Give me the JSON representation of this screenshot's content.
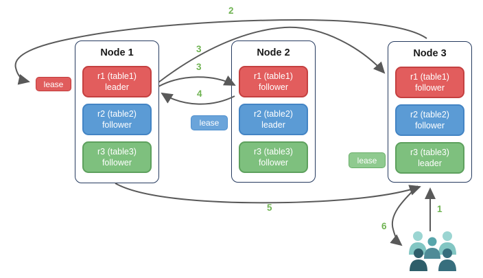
{
  "nodes": [
    {
      "title": "Node 1",
      "replicas": [
        {
          "name": "r1 (table1)",
          "role": "leader"
        },
        {
          "name": "r2 (table2)",
          "role": "follower"
        },
        {
          "name": "r3 (table3)",
          "role": "follower"
        }
      ]
    },
    {
      "title": "Node 2",
      "replicas": [
        {
          "name": "r1 (table1)",
          "role": "follower"
        },
        {
          "name": "r2 (table2)",
          "role": "leader"
        },
        {
          "name": "r3 (table3)",
          "role": "follower"
        }
      ]
    },
    {
      "title": "Node 3",
      "replicas": [
        {
          "name": "r1 (table1)",
          "role": "follower"
        },
        {
          "name": "r2 (table2)",
          "role": "follower"
        },
        {
          "name": "r3 (table3)",
          "role": "leader"
        }
      ]
    }
  ],
  "leases": [
    {
      "label": "lease",
      "target": "r1-leader-on-node1"
    },
    {
      "label": "lease",
      "target": "r2-leader-on-node2"
    },
    {
      "label": "lease",
      "target": "r3-leader-on-node3"
    }
  ],
  "flow_labels": {
    "step1": "1",
    "step2": "2",
    "step3_to_node2": "3",
    "step3_to_node3": "3",
    "step4": "4",
    "step5": "5",
    "step6": "6"
  },
  "icons": {
    "users_icon": "users-group"
  },
  "colors": {
    "node_border": "#24395e",
    "arrow": "#595959",
    "flow_number": "#6fb352",
    "red_fill": "#e25d5d",
    "red_border": "#c44040",
    "blue_fill": "#5b9bd5",
    "blue_border": "#4384c4",
    "green_fill": "#7ec07e",
    "green_border": "#5da05d",
    "lease_red_fill": "#e05c5c",
    "lease_red_border": "#c03a3a",
    "lease_blue_fill": "#6aa4da",
    "lease_blue_border": "#4d8ecd",
    "lease_green_fill": "#8fca8f",
    "lease_green_border": "#69ae69",
    "pp_back_head": "#9bd5d2",
    "pp_back_body": "#82c6c3",
    "pp_mid_head": "#58a5ab",
    "pp_mid_body": "#4e8b97",
    "pp_front_left": "#2e5e6a",
    "pp_front_right": "#376e7d"
  }
}
